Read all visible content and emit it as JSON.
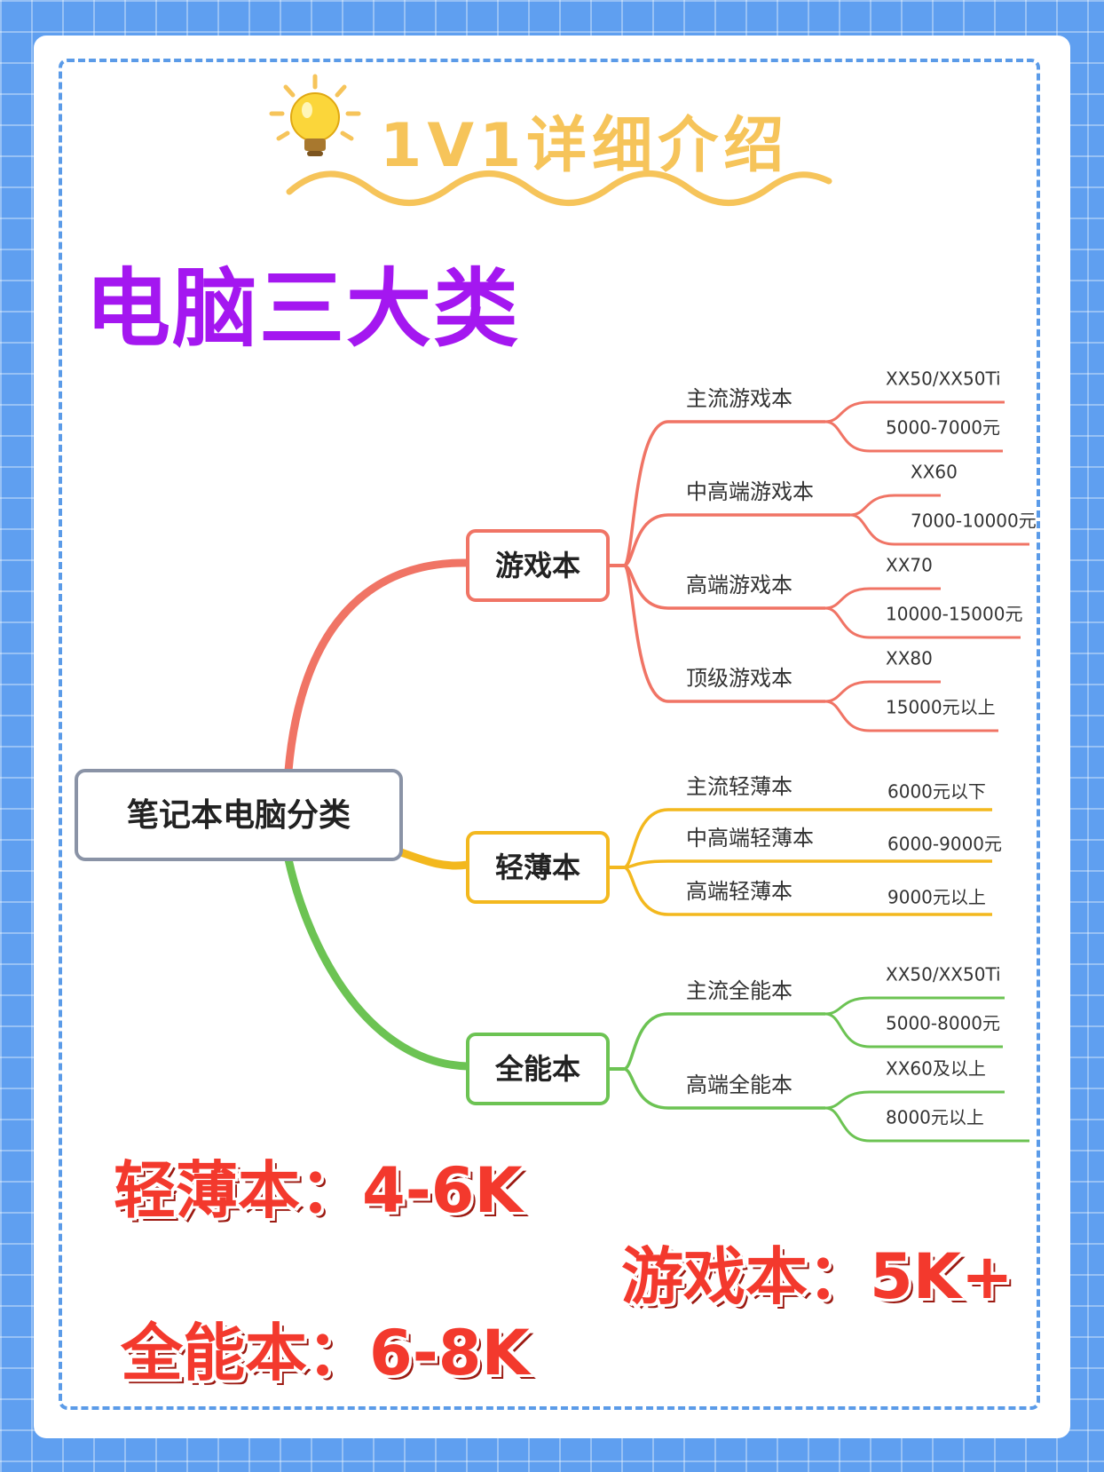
{
  "header": {
    "title": "1V1详细介绍"
  },
  "main_title": "电脑三大类",
  "mindmap": {
    "root": "笔记本电脑分类",
    "branches": [
      {
        "label": "游戏本",
        "color": "#f07465",
        "children": [
          {
            "label": "主流游戏本",
            "specs": [
              "XX50/XX50Ti",
              "5000-7000元"
            ]
          },
          {
            "label": "中高端游戏本",
            "specs": [
              "XX60",
              "7000-10000元"
            ]
          },
          {
            "label": "高端游戏本",
            "specs": [
              "XX70",
              "10000-15000元"
            ]
          },
          {
            "label": "顶级游戏本",
            "specs": [
              "XX80",
              "15000元以上"
            ]
          }
        ]
      },
      {
        "label": "轻薄本",
        "color": "#f3b81e",
        "children": [
          {
            "label": "主流轻薄本",
            "specs": [
              "6000元以下"
            ]
          },
          {
            "label": "中高端轻薄本",
            "specs": [
              "6000-9000元"
            ]
          },
          {
            "label": "高端轻薄本",
            "specs": [
              "9000元以上"
            ]
          }
        ]
      },
      {
        "label": "全能本",
        "color": "#6cc353",
        "children": [
          {
            "label": "主流全能本",
            "specs": [
              "XX50/XX50Ti",
              "5000-8000元"
            ]
          },
          {
            "label": "高端全能本",
            "specs": [
              "XX60及以上",
              "8000元以上"
            ]
          }
        ]
      }
    ]
  },
  "price_labels": {
    "light": "轻薄本：4-6K",
    "game": "游戏本：5K+",
    "all": "全能本：6-8K"
  },
  "colors": {
    "header_yellow": "#f6c45a",
    "title_purple": "#a417f0",
    "price_red": "#f3392d",
    "root_border": "#8a93a6"
  }
}
